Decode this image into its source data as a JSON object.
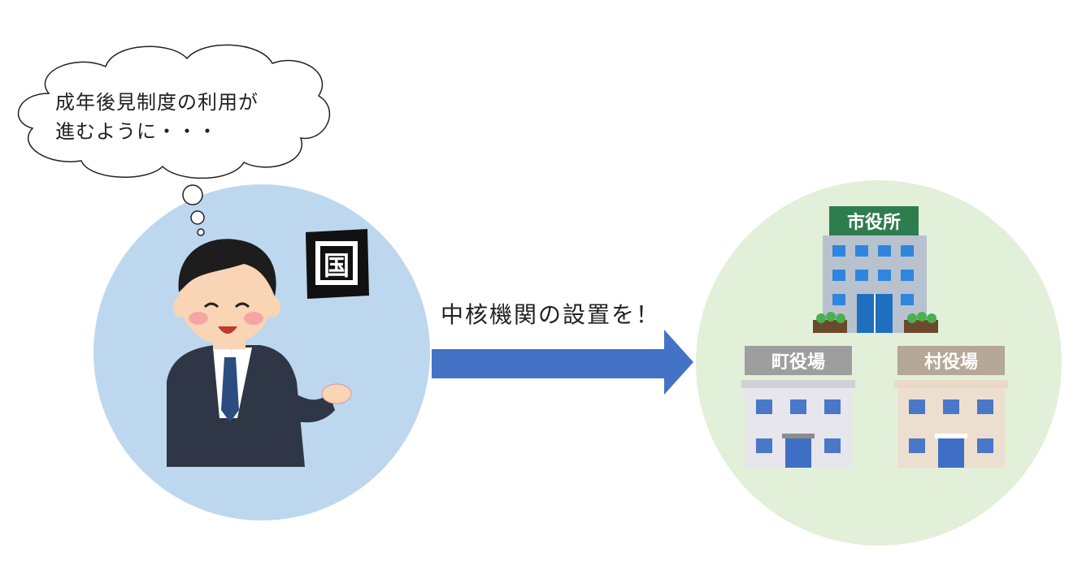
{
  "thought_bubble": {
    "line1": "成年後見制度の利用が",
    "line2": "進むように・・・"
  },
  "national_badge": {
    "label": "国"
  },
  "arrow": {
    "label": "中核機関の設置を！"
  },
  "buildings": {
    "city_hall": {
      "sign": "市役所"
    },
    "town_hall": {
      "sign": "町役場"
    },
    "village_hall": {
      "sign": "村役場"
    }
  },
  "colors": {
    "left_circle": "#bdd7ee",
    "right_circle": "#e2efd9",
    "arrow": "#4472c4",
    "city_sign": "#2e7d4f",
    "town_sign": "#9e9e9e",
    "village_sign": "#b5a898"
  }
}
